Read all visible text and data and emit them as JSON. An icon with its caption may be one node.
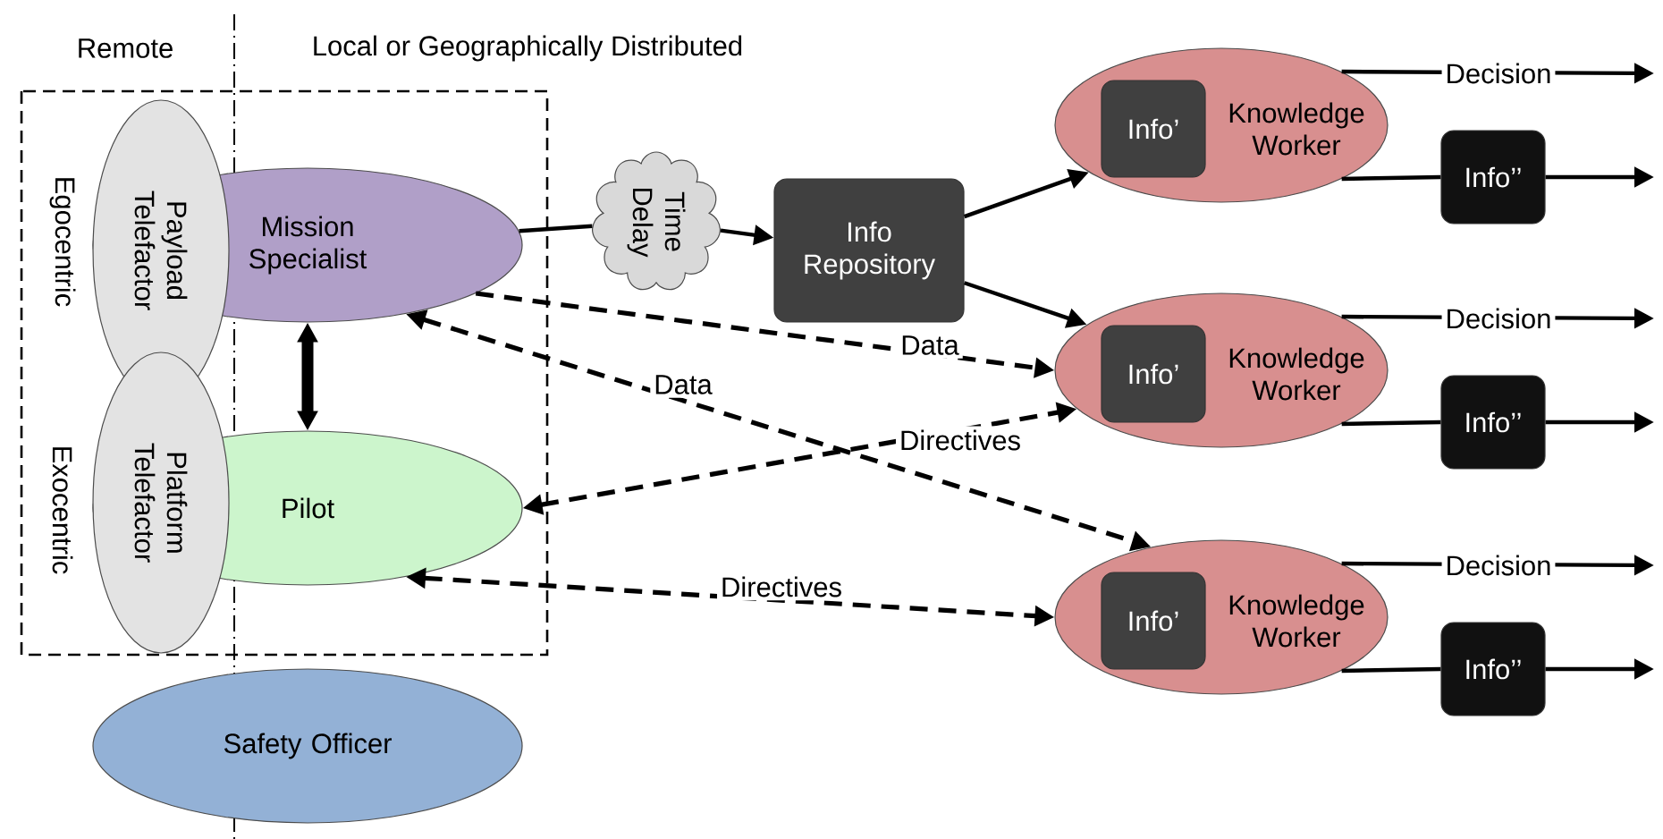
{
  "diagram": {
    "nodes": [
      {
        "text": [
          "Payload Telefactor"
        ]
      },
      {
        "text": [
          "Mission Specialist"
        ]
      },
      {
        "text": [
          "Platform Telefactor"
        ]
      },
      {
        "text": [
          "Pilot"
        ]
      },
      {
        "text": [
          "Safety Officer"
        ]
      },
      {
        "text": [
          "Time Delay"
        ]
      },
      {
        "text": [
          "Info Repository"
        ]
      },
      {
        "text": [
          "Knowledge Worker"
        ]
      },
      {
        "text": [
          "Info’"
        ],
        "in": 7
      },
      {
        "text": [
          "Info’’"
        ]
      },
      {
        "text": [
          "Knowledge Worker"
        ]
      },
      {
        "text": [
          "Info’"
        ],
        "in": 10
      },
      {
        "text": [
          "Info’’"
        ]
      },
      {
        "text": [
          "Knowledge Worker"
        ]
      },
      {
        "text": [
          "Info’"
        ],
        "in": 13
      },
      {
        "text": [
          "Info’’"
        ]
      }
    ],
    "edges": [
      {
        "from": 1,
        "to": 5,
        "arrow": "none"
      },
      {
        "from": 5,
        "to": 6,
        "arrow": "to"
      },
      {
        "from": 6,
        "to": 7,
        "arrow": "to"
      },
      {
        "from": 6,
        "to": 10,
        "arrow": "to"
      },
      {
        "from": 1,
        "to": 3,
        "arrow": "both",
        "style": "thick"
      },
      {
        "from": 1,
        "to": 10,
        "arrow": "to",
        "style": "dashed",
        "label": "Data"
      },
      {
        "from": 1,
        "to": 13,
        "arrow": "both",
        "style": "dashed",
        "label": "Data"
      },
      {
        "from": 3,
        "to": 10,
        "arrow": "both",
        "style": "dashed",
        "label": "Directives"
      },
      {
        "from": 3,
        "to": 13,
        "arrow": "both",
        "style": "dashed",
        "label": "Directives"
      },
      {
        "from": 7,
        "to": null,
        "arrow": "to",
        "label": "Decision"
      },
      {
        "from": 7,
        "to": 9,
        "arrow": "none"
      },
      {
        "from": 9,
        "to": null,
        "arrow": "to"
      },
      {
        "from": 10,
        "to": null,
        "arrow": "to",
        "label": "Decision"
      },
      {
        "from": 10,
        "to": 12,
        "arrow": "none"
      },
      {
        "from": 12,
        "to": null,
        "arrow": "to"
      },
      {
        "from": 13,
        "to": null,
        "arrow": "to",
        "label": "Decision"
      },
      {
        "from": 13,
        "to": 15,
        "arrow": "none"
      },
      {
        "from": 15,
        "to": null,
        "arrow": "to"
      }
    ],
    "labels": [
      "Remote",
      "Local or Geographically Distributed",
      "Egocentric",
      "Exocentric"
    ]
  }
}
